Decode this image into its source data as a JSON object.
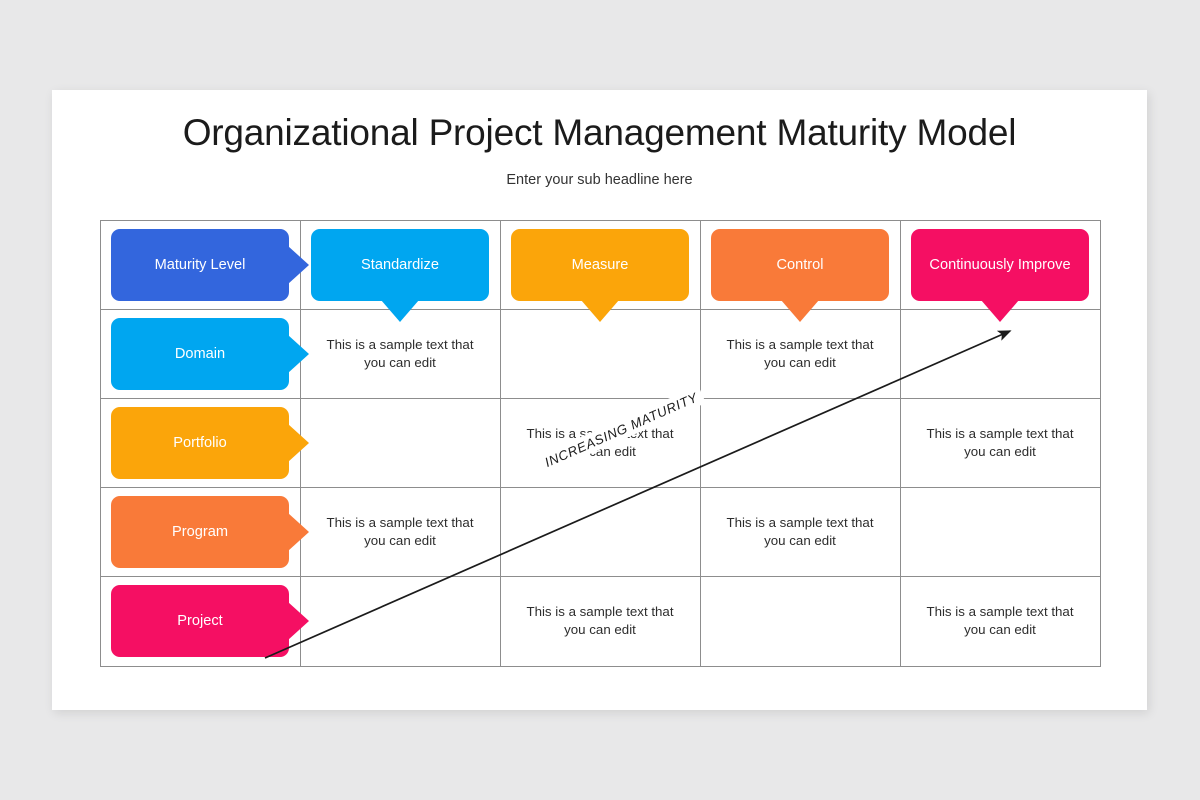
{
  "slide": {
    "title": "Organizational Project Management Maturity Model",
    "subtitle": "Enter your sub headline here",
    "background_color": "#e8e8e9",
    "card_color": "#ffffff"
  },
  "palette": {
    "blue": "#3366DD",
    "cyan": "#00A6F0",
    "amber": "#FBA50A",
    "orange": "#F97A39",
    "pink": "#F50F63",
    "grid_line": "#8d8d8d",
    "text": "#2d2d2d"
  },
  "matrix": {
    "column_headers": [
      {
        "label": "Maturity Level",
        "color": "#3366DD",
        "tail": "right"
      },
      {
        "label": "Standardize",
        "color": "#00A6F0",
        "tail": "down"
      },
      {
        "label": "Measure",
        "color": "#FBA50A",
        "tail": "down"
      },
      {
        "label": "Control",
        "color": "#F97A39",
        "tail": "down"
      },
      {
        "label": "Continuously Improve",
        "color": "#F50F63",
        "tail": "down"
      }
    ],
    "row_labels": [
      {
        "label": "Domain",
        "color": "#00A6F0",
        "tail": "right"
      },
      {
        "label": "Portfolio",
        "color": "#FBA50A",
        "tail": "right"
      },
      {
        "label": "Program",
        "color": "#F97A39",
        "tail": "right"
      },
      {
        "label": "Project",
        "color": "#F50F63",
        "tail": "right"
      }
    ],
    "sample_text": "This is a sample text that you can edit",
    "cells": [
      [
        "This is a sample text that you can edit",
        "",
        "This is a sample text that you can edit",
        ""
      ],
      [
        "",
        "This is a sample text that you can edit",
        "",
        "This is a sample text that you can edit"
      ],
      [
        "This is a sample text that you can edit",
        "",
        "This is a sample text that you can edit",
        ""
      ],
      [
        "",
        "This is a sample text that you can edit",
        "",
        "This is a sample text that you can edit"
      ]
    ]
  },
  "annotation": {
    "arrow_label": "INCREASING MATURITY",
    "arrow_color": "#1b1b1b",
    "direction": "up-right"
  }
}
